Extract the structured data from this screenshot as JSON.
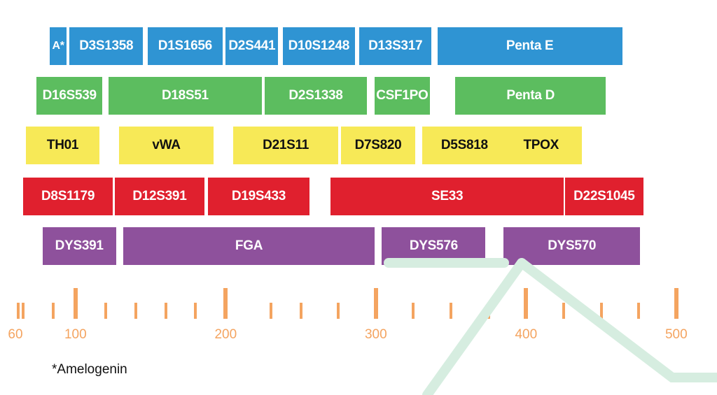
{
  "colors": {
    "blue": "#2f94d3",
    "green": "#5cbd5f",
    "yellow": "#f7e957",
    "red": "#e0202e",
    "purple": "#8e519c",
    "ladder": "#f4a460",
    "watermark": "#d6ede0"
  },
  "rows": [
    {
      "color": "blue",
      "text_color": "#ffffff",
      "markers": [
        {
          "label": "A*",
          "start": 83,
          "end": 94
        },
        {
          "label": "D3S1358",
          "start": 96,
          "end": 145
        },
        {
          "label": "D1S1656",
          "start": 148,
          "end": 198
        },
        {
          "label": "D2S441",
          "start": 200,
          "end": 235
        },
        {
          "label": "D10S1248",
          "start": 238,
          "end": 286
        },
        {
          "label": "D13S317",
          "start": 289,
          "end": 337
        },
        {
          "label": "Penta E",
          "start": 341,
          "end": 464
        }
      ]
    },
    {
      "color": "green",
      "text_color": "#ffffff",
      "markers": [
        {
          "label": "D16S539",
          "start": 74,
          "end": 118
        },
        {
          "label": "D18S51",
          "start": 122,
          "end": 224
        },
        {
          "label": "D2S1338",
          "start": 226,
          "end": 294
        },
        {
          "label": "CSF1PO",
          "start": 299,
          "end": 336
        },
        {
          "label": "Penta D",
          "start": 353,
          "end": 453
        }
      ]
    },
    {
      "color": "yellow",
      "text_color": "#111111",
      "markers": [
        {
          "label": "TH01",
          "start": 67,
          "end": 116
        },
        {
          "label": "vWA",
          "start": 129,
          "end": 192
        },
        {
          "label": "D21S11",
          "start": 205,
          "end": 275
        },
        {
          "label": "D7S820",
          "start": 277,
          "end": 326
        },
        {
          "label": "D5S818",
          "start": 331,
          "end": 387
        },
        {
          "label": "TPOX",
          "start": 383,
          "end": 437
        }
      ]
    },
    {
      "color": "red",
      "text_color": "#ffffff",
      "markers": [
        {
          "label": "D8S1179",
          "start": 65,
          "end": 125
        },
        {
          "label": "D12S391",
          "start": 126,
          "end": 186
        },
        {
          "label": "D19S433",
          "start": 188,
          "end": 256
        },
        {
          "label": "SE33",
          "start": 270,
          "end": 425
        },
        {
          "label": "D22S1045",
          "start": 426,
          "end": 478
        }
      ]
    },
    {
      "color": "purple",
      "text_color": "#ffffff",
      "markers": [
        {
          "label": "DYS391",
          "start": 78,
          "end": 127
        },
        {
          "label": "FGA",
          "start": 132,
          "end": 299
        },
        {
          "label": "DYS576",
          "start": 304,
          "end": 373
        },
        {
          "label": "DYS570",
          "start": 385,
          "end": 476
        }
      ]
    }
  ],
  "ladder": {
    "major_ticks": [
      100,
      200,
      300,
      400,
      500
    ],
    "minor_ticks": [
      62,
      65,
      85,
      120,
      140,
      160,
      180,
      230,
      250,
      275,
      325,
      350,
      375,
      425,
      450,
      475
    ],
    "labels": [
      60,
      100,
      200,
      300,
      400,
      500
    ]
  },
  "footnote": "*Amelogenin"
}
